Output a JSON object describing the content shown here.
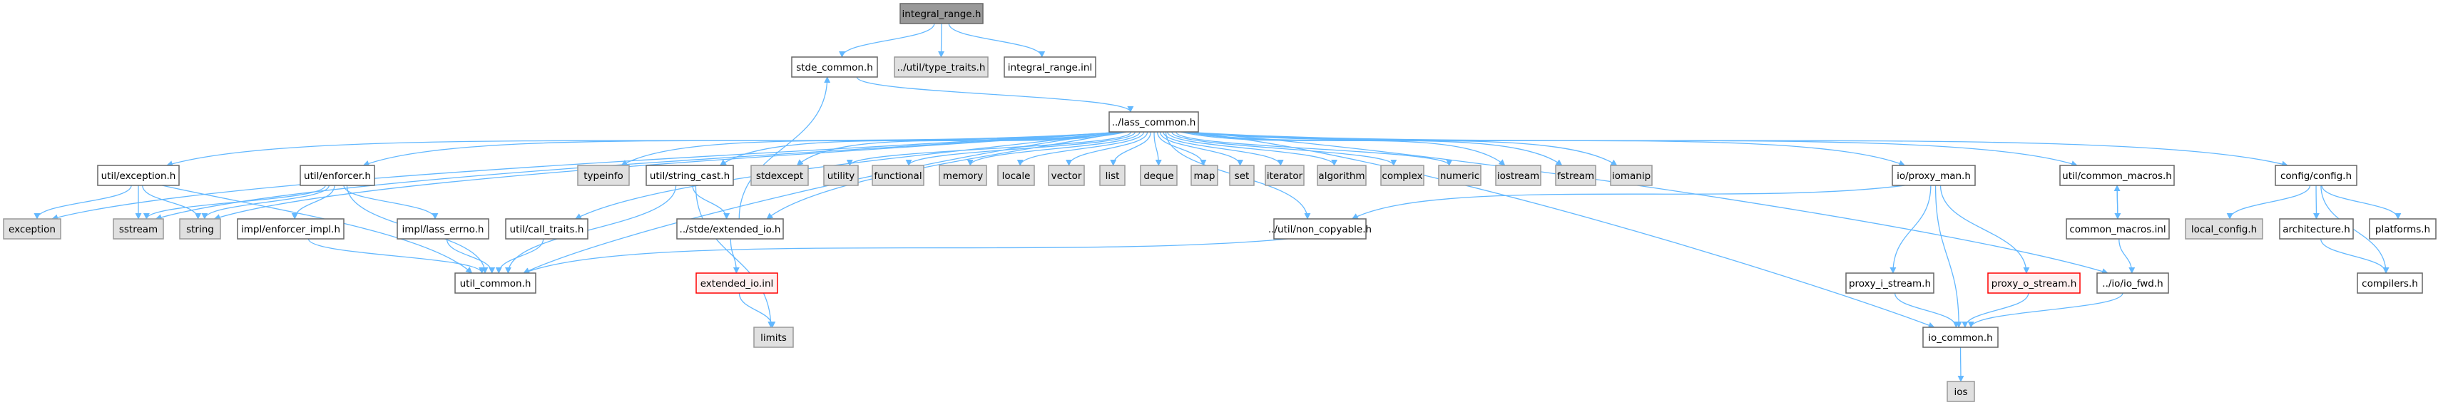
{
  "title": "integral_range.h include dependency graph",
  "colors": {
    "edge": "#63b8ff",
    "root_fill": "#999999",
    "system_fill": "#e0e0e0",
    "missing_border": "#ff0000",
    "missing_fill": "#fff0f0"
  },
  "nodes": [
    {
      "id": "integral_range_h",
      "label": "integral_range.h",
      "kind": "root"
    },
    {
      "id": "stde_common_h",
      "label": "stde_common.h",
      "kind": "normal"
    },
    {
      "id": "type_traits_h",
      "label": "../util/type_traits.h",
      "kind": "system"
    },
    {
      "id": "integral_range_inl",
      "label": "integral_range.inl",
      "kind": "normal"
    },
    {
      "id": "lass_common_h",
      "label": "../lass_common.h",
      "kind": "normal"
    },
    {
      "id": "util_exception_h",
      "label": "util/exception.h",
      "kind": "normal"
    },
    {
      "id": "util_enforcer_h",
      "label": "util/enforcer.h",
      "kind": "normal"
    },
    {
      "id": "util_call_traits_h",
      "label": "util/call_traits.h",
      "kind": "normal"
    },
    {
      "id": "typeinfo",
      "label": "typeinfo",
      "kind": "system"
    },
    {
      "id": "util_string_cast_h",
      "label": "util/string_cast.h",
      "kind": "normal"
    },
    {
      "id": "stdexcept",
      "label": "stdexcept",
      "kind": "system"
    },
    {
      "id": "utility",
      "label": "utility",
      "kind": "system"
    },
    {
      "id": "functional",
      "label": "functional",
      "kind": "system"
    },
    {
      "id": "memory",
      "label": "memory",
      "kind": "system"
    },
    {
      "id": "locale",
      "label": "locale",
      "kind": "system"
    },
    {
      "id": "vector",
      "label": "vector",
      "kind": "system"
    },
    {
      "id": "list",
      "label": "list",
      "kind": "system"
    },
    {
      "id": "deque",
      "label": "deque",
      "kind": "system"
    },
    {
      "id": "map",
      "label": "map",
      "kind": "system"
    },
    {
      "id": "set",
      "label": "set",
      "kind": "system"
    },
    {
      "id": "iterator",
      "label": "iterator",
      "kind": "system"
    },
    {
      "id": "algorithm",
      "label": "algorithm",
      "kind": "system"
    },
    {
      "id": "complex",
      "label": "complex",
      "kind": "system"
    },
    {
      "id": "numeric",
      "label": "numeric",
      "kind": "system"
    },
    {
      "id": "iostream",
      "label": "iostream",
      "kind": "system"
    },
    {
      "id": "fstream",
      "label": "fstream",
      "kind": "system"
    },
    {
      "id": "iomanip",
      "label": "iomanip",
      "kind": "system"
    },
    {
      "id": "io_proxy_man_h",
      "label": "io/proxy_man.h",
      "kind": "normal"
    },
    {
      "id": "util_common_macros_h",
      "label": "util/common_macros.h",
      "kind": "normal"
    },
    {
      "id": "config_config_h",
      "label": "config/config.h",
      "kind": "normal"
    },
    {
      "id": "exception",
      "label": "exception",
      "kind": "system"
    },
    {
      "id": "sstream",
      "label": "sstream",
      "kind": "system"
    },
    {
      "id": "string",
      "label": "string",
      "kind": "system"
    },
    {
      "id": "impl_enforcer_impl_h",
      "label": "impl/enforcer_impl.h",
      "kind": "normal"
    },
    {
      "id": "impl_lass_errno_h",
      "label": "impl/lass_errno.h",
      "kind": "normal"
    },
    {
      "id": "stde_extended_io_h",
      "label": "../stde/extended_io.h",
      "kind": "normal"
    },
    {
      "id": "util_non_copyable_h",
      "label": "../util/non_copyable.h",
      "kind": "normal"
    },
    {
      "id": "common_macros_inl",
      "label": "common_macros.inl",
      "kind": "normal"
    },
    {
      "id": "local_config_h",
      "label": "local_config.h",
      "kind": "system"
    },
    {
      "id": "architecture_h",
      "label": "architecture.h",
      "kind": "normal"
    },
    {
      "id": "platforms_h",
      "label": "platforms.h",
      "kind": "normal"
    },
    {
      "id": "util_common_h",
      "label": "util_common.h",
      "kind": "normal"
    },
    {
      "id": "extended_io_inl",
      "label": "extended_io.inl",
      "kind": "missing"
    },
    {
      "id": "proxy_i_stream_h",
      "label": "proxy_i_stream.h",
      "kind": "normal"
    },
    {
      "id": "proxy_o_stream_h",
      "label": "proxy_o_stream.h",
      "kind": "missing"
    },
    {
      "id": "io_io_fwd_h",
      "label": "../io/io_fwd.h",
      "kind": "normal"
    },
    {
      "id": "compilers_h",
      "label": "compilers.h",
      "kind": "normal"
    },
    {
      "id": "limits",
      "label": "limits",
      "kind": "system"
    },
    {
      "id": "io_common_h",
      "label": "io_common.h",
      "kind": "normal"
    },
    {
      "id": "ios",
      "label": "ios",
      "kind": "system"
    }
  ],
  "edges": [
    [
      "integral_range_h",
      "stde_common_h"
    ],
    [
      "integral_range_h",
      "type_traits_h"
    ],
    [
      "integral_range_h",
      "integral_range_inl"
    ],
    [
      "stde_common_h",
      "lass_common_h"
    ],
    [
      "lass_common_h",
      "util_exception_h"
    ],
    [
      "lass_common_h",
      "util_enforcer_h"
    ],
    [
      "lass_common_h",
      "util_call_traits_h"
    ],
    [
      "lass_common_h",
      "typeinfo"
    ],
    [
      "lass_common_h",
      "util_string_cast_h"
    ],
    [
      "lass_common_h",
      "stdexcept"
    ],
    [
      "lass_common_h",
      "utility"
    ],
    [
      "lass_common_h",
      "functional"
    ],
    [
      "lass_common_h",
      "memory"
    ],
    [
      "lass_common_h",
      "locale"
    ],
    [
      "lass_common_h",
      "vector"
    ],
    [
      "lass_common_h",
      "list"
    ],
    [
      "lass_common_h",
      "deque"
    ],
    [
      "lass_common_h",
      "map"
    ],
    [
      "lass_common_h",
      "set"
    ],
    [
      "lass_common_h",
      "iterator"
    ],
    [
      "lass_common_h",
      "algorithm"
    ],
    [
      "lass_common_h",
      "complex"
    ],
    [
      "lass_common_h",
      "numeric"
    ],
    [
      "lass_common_h",
      "iostream"
    ],
    [
      "lass_common_h",
      "fstream"
    ],
    [
      "lass_common_h",
      "iomanip"
    ],
    [
      "lass_common_h",
      "io_proxy_man_h"
    ],
    [
      "lass_common_h",
      "util_common_macros_h"
    ],
    [
      "lass_common_h",
      "config_config_h"
    ],
    [
      "lass_common_h",
      "exception"
    ],
    [
      "lass_common_h",
      "sstream"
    ],
    [
      "lass_common_h",
      "string"
    ],
    [
      "lass_common_h",
      "util_common_h"
    ],
    [
      "lass_common_h",
      "stde_extended_io_h"
    ],
    [
      "lass_common_h",
      "util_non_copyable_h"
    ],
    [
      "lass_common_h",
      "io_io_fwd_h"
    ],
    [
      "lass_common_h",
      "io_common_h"
    ],
    [
      "stde_extended_io_h",
      "stde_common_h"
    ],
    [
      "util_exception_h",
      "exception"
    ],
    [
      "util_exception_h",
      "sstream"
    ],
    [
      "util_exception_h",
      "string"
    ],
    [
      "util_exception_h",
      "util_common_h"
    ],
    [
      "util_enforcer_h",
      "sstream"
    ],
    [
      "util_enforcer_h",
      "string"
    ],
    [
      "util_enforcer_h",
      "impl_enforcer_impl_h"
    ],
    [
      "util_enforcer_h",
      "impl_lass_errno_h"
    ],
    [
      "util_enforcer_h",
      "util_common_h"
    ],
    [
      "impl_enforcer_impl_h",
      "util_common_h"
    ],
    [
      "impl_lass_errno_h",
      "util_common_h"
    ],
    [
      "util_call_traits_h",
      "util_common_h"
    ],
    [
      "util_string_cast_h",
      "util_common_h"
    ],
    [
      "util_string_cast_h",
      "stde_extended_io_h"
    ],
    [
      "util_string_cast_h",
      "limits"
    ],
    [
      "stde_extended_io_h",
      "extended_io_inl"
    ],
    [
      "extended_io_inl",
      "limits"
    ],
    [
      "util_non_copyable_h",
      "util_common_h"
    ],
    [
      "io_proxy_man_h",
      "util_non_copyable_h"
    ],
    [
      "io_proxy_man_h",
      "proxy_i_stream_h"
    ],
    [
      "io_proxy_man_h",
      "proxy_o_stream_h"
    ],
    [
      "io_proxy_man_h",
      "io_common_h"
    ],
    [
      "proxy_i_stream_h",
      "io_common_h"
    ],
    [
      "proxy_o_stream_h",
      "io_common_h"
    ],
    [
      "io_io_fwd_h",
      "io_common_h"
    ],
    [
      "io_common_h",
      "ios"
    ],
    [
      "util_common_macros_h",
      "common_macros_inl"
    ],
    [
      "common_macros_inl",
      "util_common_macros_h"
    ],
    [
      "common_macros_inl",
      "io_io_fwd_h"
    ],
    [
      "config_config_h",
      "local_config_h"
    ],
    [
      "config_config_h",
      "architecture_h"
    ],
    [
      "config_config_h",
      "platforms_h"
    ],
    [
      "config_config_h",
      "compilers_h"
    ],
    [
      "architecture_h",
      "compilers_h"
    ]
  ]
}
